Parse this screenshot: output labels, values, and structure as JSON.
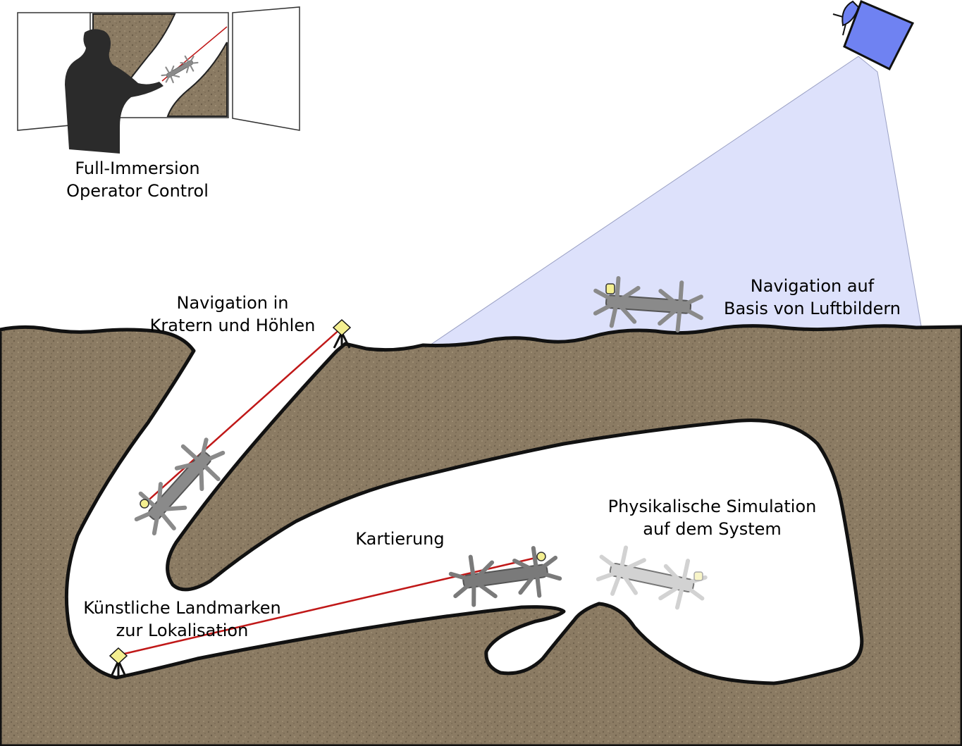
{
  "labels": {
    "operator": {
      "line1": "Full-Immersion",
      "line2": "Operator Control"
    },
    "crater": {
      "line1": "Navigation in",
      "line2": "Kratern und Höhlen"
    },
    "aerial": {
      "line1": "Navigation auf",
      "line2": "Basis von Luftbildern"
    },
    "simulation": {
      "line1": "Physikalische Simulation",
      "line2": "auf dem System"
    },
    "mapping": {
      "line1": "Kartierung"
    },
    "landmarks": {
      "line1": "Künstliche Landmarken",
      "line2": "zur Lokalisation"
    }
  },
  "colors": {
    "soil": "#8b7b63",
    "soil_speckle": "#6e604b",
    "satellite_beam": "#dde1fb",
    "satellite_body": "#6f82f2",
    "laser": "#c01818",
    "robot": "#8a8a8a",
    "robot_ghost": "#c8c8c8",
    "landmark": "#f4ef90",
    "operator_silhouette": "#2b2b2b"
  }
}
